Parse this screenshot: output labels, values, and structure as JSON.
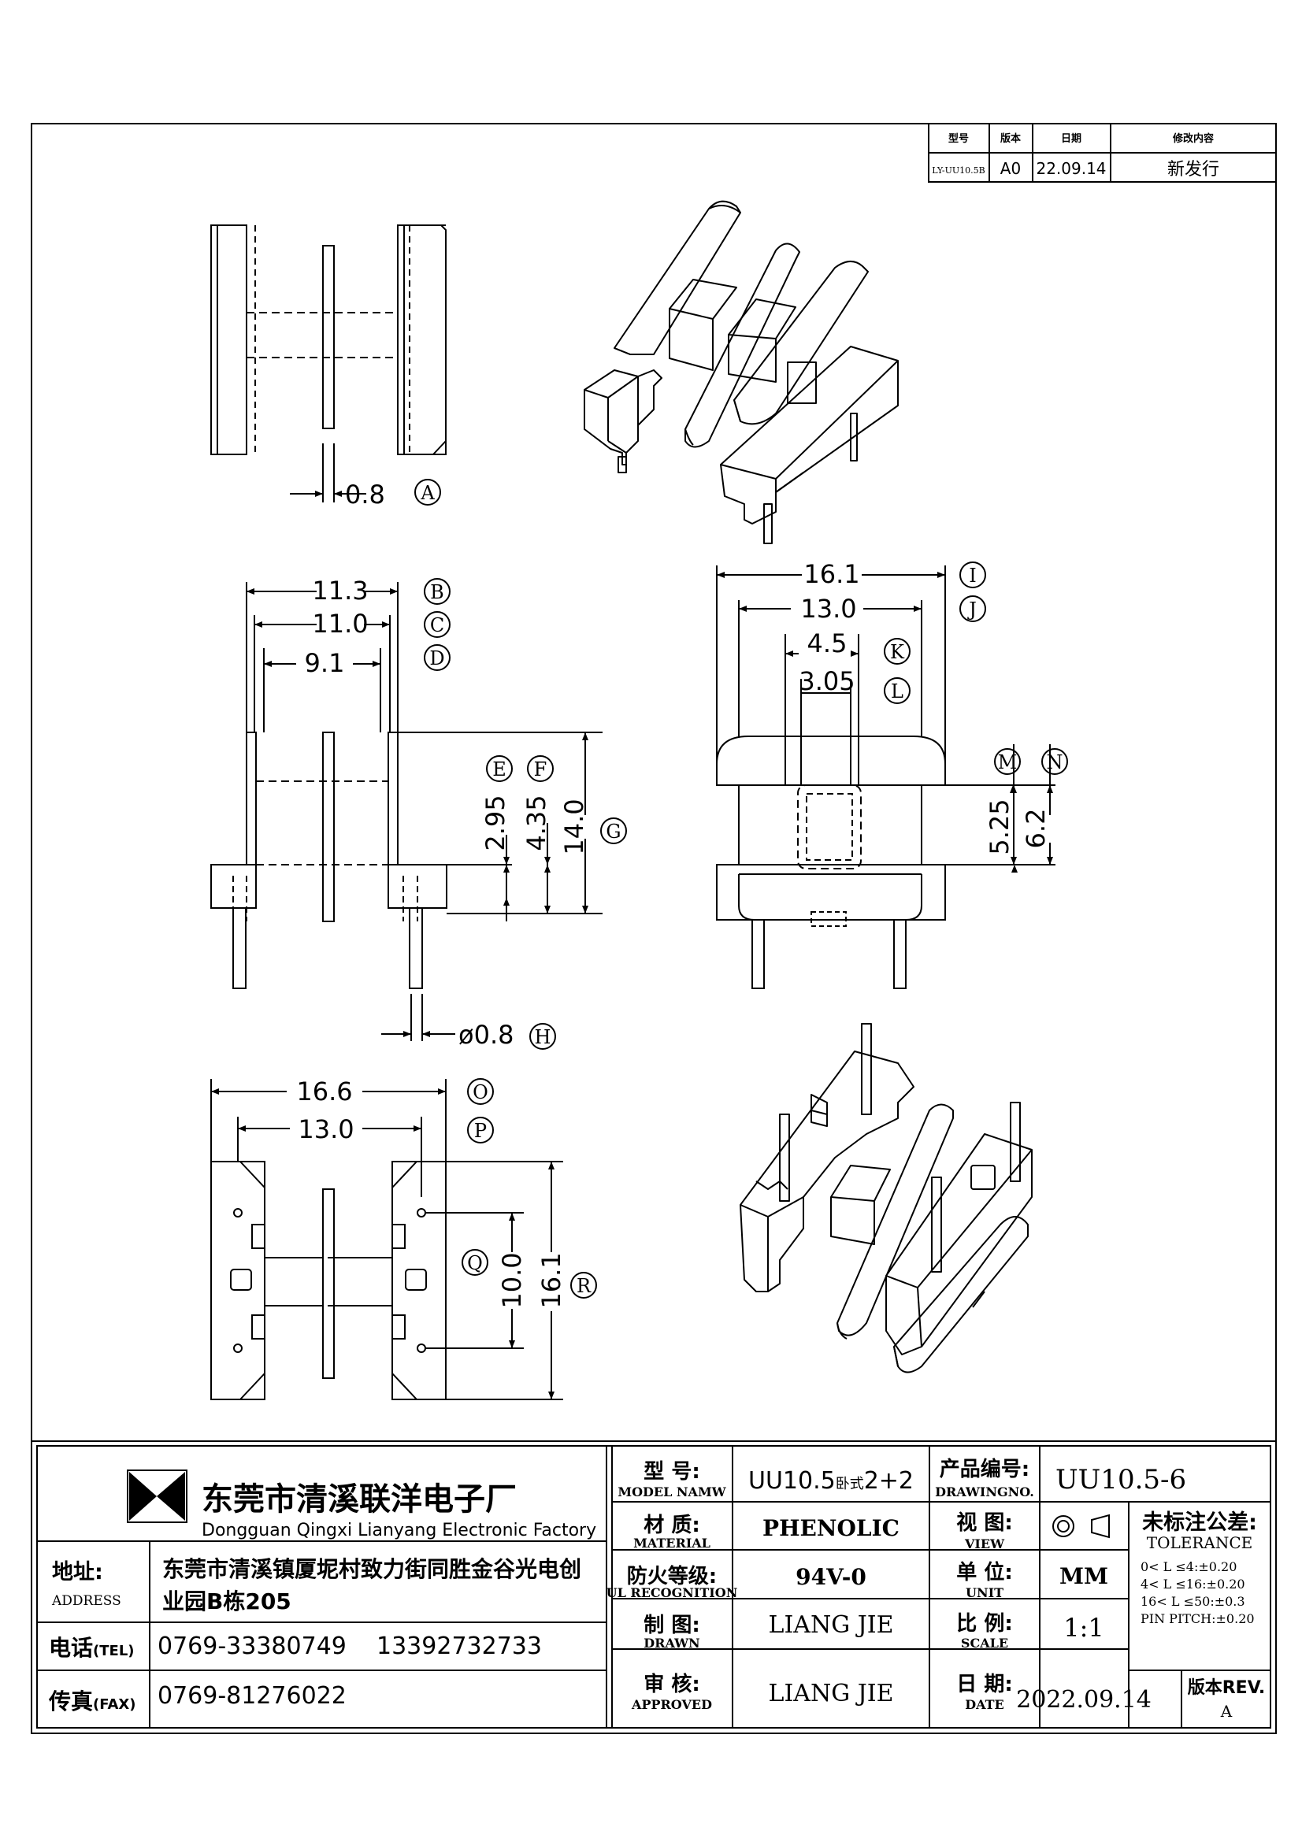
{
  "revision_table": {
    "headers": [
      "型号",
      "版本",
      "日期",
      "修改内容"
    ],
    "row": [
      "LY-UU10.5B",
      "A0",
      "22.09.14",
      "新发行"
    ]
  },
  "dimensions": {
    "A": "0.8",
    "B": "11.3",
    "C": "11.0",
    "D": "9.1",
    "E": "2.95",
    "F": "4.35",
    "G": "14.0",
    "H": "ø0.8",
    "I": "16.1",
    "J": "13.0",
    "K": "4.5",
    "L": "3.05",
    "M": "5.25",
    "N": "6.2",
    "O": "16.6",
    "P": "13.0",
    "Q": "10.0",
    "R": "16.1"
  },
  "title_block": {
    "company_cn": "东莞市清溪联洋电子厂",
    "company_en": "Dongguan Qingxi Lianyang Electronic Factory",
    "address_label": "地址:",
    "address_label_en": "ADDRESS",
    "address_value_line1": "东莞市清溪镇厦坭村致力街同胜金谷光电创",
    "address_value_line2": "业园B栋205",
    "tel_label": "电话",
    "tel_label_en": "(TEL)",
    "tel_value": "0769-33380749    13392732733",
    "fax_label": "传真",
    "fax_label_en": "(FAX)",
    "fax_value": "0769-81276022",
    "model_label": "型  号:",
    "model_label_en": "MODEL NAMW",
    "model_value_main": "UU10.5",
    "model_value_small": "卧式",
    "model_value_end": "2+2",
    "drawing_no_label": "产品编号:",
    "drawing_no_label_en": "DRAWINGNO.",
    "drawing_no_value": "UU10.5-6",
    "material_label": "材  质:",
    "material_label_en": "MATERIAL",
    "material_value": "PHENOLIC",
    "view_label": "视  图:",
    "view_label_en": "VIEW",
    "ul_label": "防火等级:",
    "ul_label_en": "UL RECOGNITION",
    "ul_value": "94V-0",
    "unit_label": "单  位:",
    "unit_label_en": "UNIT",
    "unit_value": "MM",
    "drawn_label": "制  图:",
    "drawn_label_en": "DRAWN",
    "drawn_value": "LIANG JIE",
    "scale_label": "比  例:",
    "scale_label_en": "SCALE",
    "scale_value": "1:1",
    "approved_label": "审  核:",
    "approved_label_en": "APPROVED",
    "approved_value": "LIANG JIE",
    "date_label": "日  期:",
    "date_label_en": "DATE",
    "date_value": "2022.09.14",
    "rev_label": "版本REV.",
    "rev_value": "A",
    "tolerance_title": "未标注公差:",
    "tolerance_title_en": "TOLERANCE",
    "tolerance_1": "0< L ≤4:±0.20",
    "tolerance_2": "4< L ≤16:±0.20",
    "tolerance_3": "16< L ≤50:±0.3",
    "tolerance_4": "PIN PITCH:±0.20"
  }
}
